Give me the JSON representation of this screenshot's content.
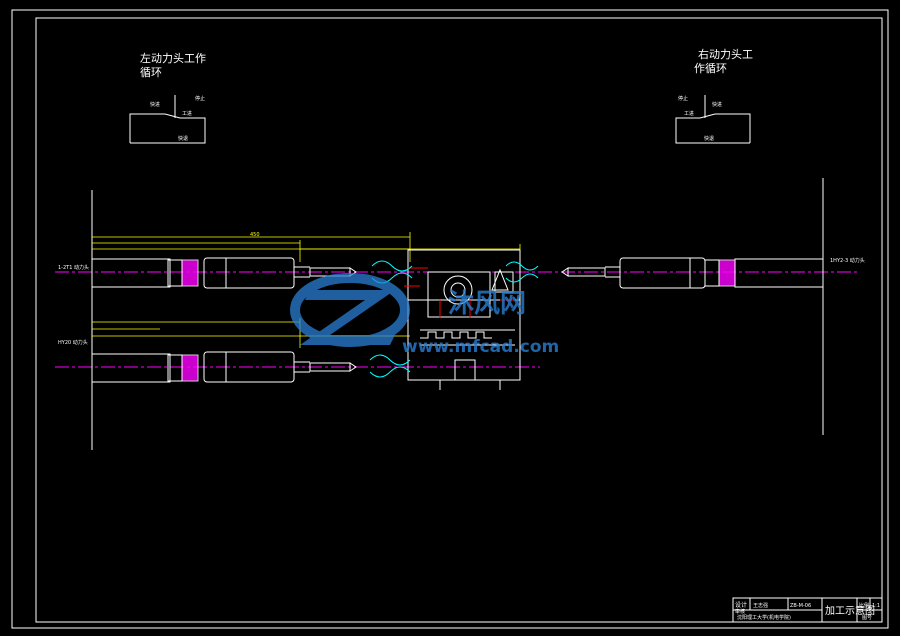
{
  "drawing": {
    "left_cycle_title_line1": "左动力头工作",
    "left_cycle_title_line2": "循环",
    "right_cycle_title_line1": "右动力头工",
    "right_cycle_title_line2": "作循环",
    "left_cycle": {
      "fast_in": "快进",
      "stop": "停止",
      "work_in": "工进",
      "fast_back": "快退"
    },
    "right_cycle": {
      "fast_in": "快进",
      "stop": "停止",
      "work_in": "工进",
      "fast_back": "快退"
    },
    "upper_left_head": "1-2T1 动力头",
    "lower_left_head": "HY20 动力头",
    "right_head": "1HY2-3 动力头",
    "dimension_text": "450"
  },
  "title_block": {
    "design": "设计",
    "check": "审核",
    "designer": "王志强",
    "drawing_no": "ZB-M-06",
    "title": "加工示意图",
    "scale_label": "比例",
    "scale_value": "1:1",
    "sheet": "图号",
    "school": "沈阳理工大学(机电学院)"
  },
  "watermark": {
    "text1": "沐风网",
    "text2": "www.mfcad.com"
  },
  "colors": {
    "frame": "#ffffff",
    "yellow": "#ffff00",
    "magenta": "#ff00ff",
    "red": "#ff0000",
    "cyan": "#00ffff",
    "wm_blue": "#2a7fd4"
  }
}
